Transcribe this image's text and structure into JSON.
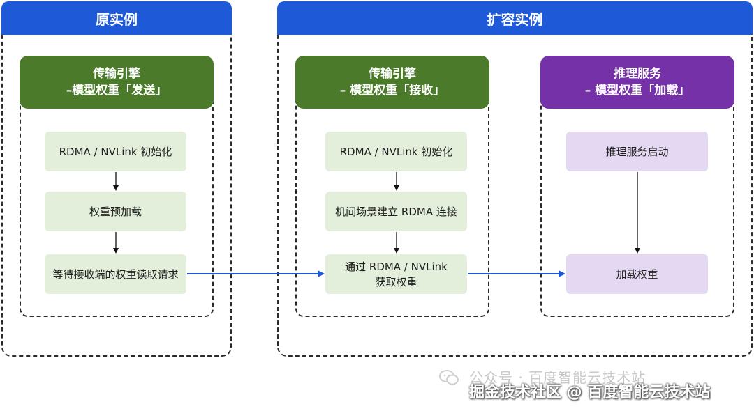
{
  "colors": {
    "banner_blue": "#1e5ad8",
    "header_green": "#4b7a2a",
    "header_purple": "#7532a8",
    "step_green": "#e3efdb",
    "step_purple": "#e4d8f2",
    "arrow_blue": "#1e5ad8"
  },
  "original_instance": {
    "title": "原实例",
    "panel": {
      "header_line1": "传输引擎",
      "header_line2": "–模型权重「发送」",
      "steps": [
        "RDMA / NVLink 初始化",
        "权重预加载",
        "等待接收端的权重读取请求"
      ]
    }
  },
  "scaled_instance": {
    "title": "扩容实例",
    "transfer_panel": {
      "header_line1": "传输引擎",
      "header_line2": "– 模型权重「接收」",
      "steps": [
        "RDMA / NVLink 初始化",
        "机间场景建立 RDMA 连接"
      ],
      "last_step_line1": "通过 RDMA / NVLink",
      "last_step_line2": "获取权重"
    },
    "inference_panel": {
      "header_line1": "推理服务",
      "header_line2": "– 模型权重「加载」",
      "steps": [
        "推理服务启动",
        "加载权重"
      ]
    }
  },
  "watermark": {
    "faint": "公众号 · 百度智能云技术站",
    "main": "掘金技术社区 @ 百度智能云技术站",
    "icon": "wechat-icon"
  }
}
